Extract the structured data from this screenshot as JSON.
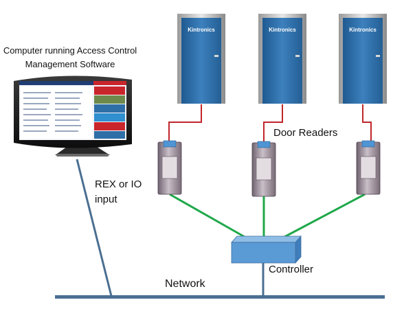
{
  "computer": {
    "caption_line1": "Computer running Access Control",
    "caption_line2": "Management Software"
  },
  "doors": [
    {
      "brand": "Kintronics"
    },
    {
      "brand": "Kintronics"
    },
    {
      "brand": "Kintronics"
    }
  ],
  "labels": {
    "door_readers": "Door Readers",
    "rex_line1": "REX or IO",
    "rex_line2": "input",
    "controller": "Controller",
    "network": "Network"
  },
  "colors": {
    "door": "#2f6fa7",
    "reader_link": "#c0262a",
    "controller_link": "#1fa84a",
    "network_line": "#4a6f92",
    "controller_box": "#5b9bd5",
    "reader_body": "#8b7d8a"
  }
}
